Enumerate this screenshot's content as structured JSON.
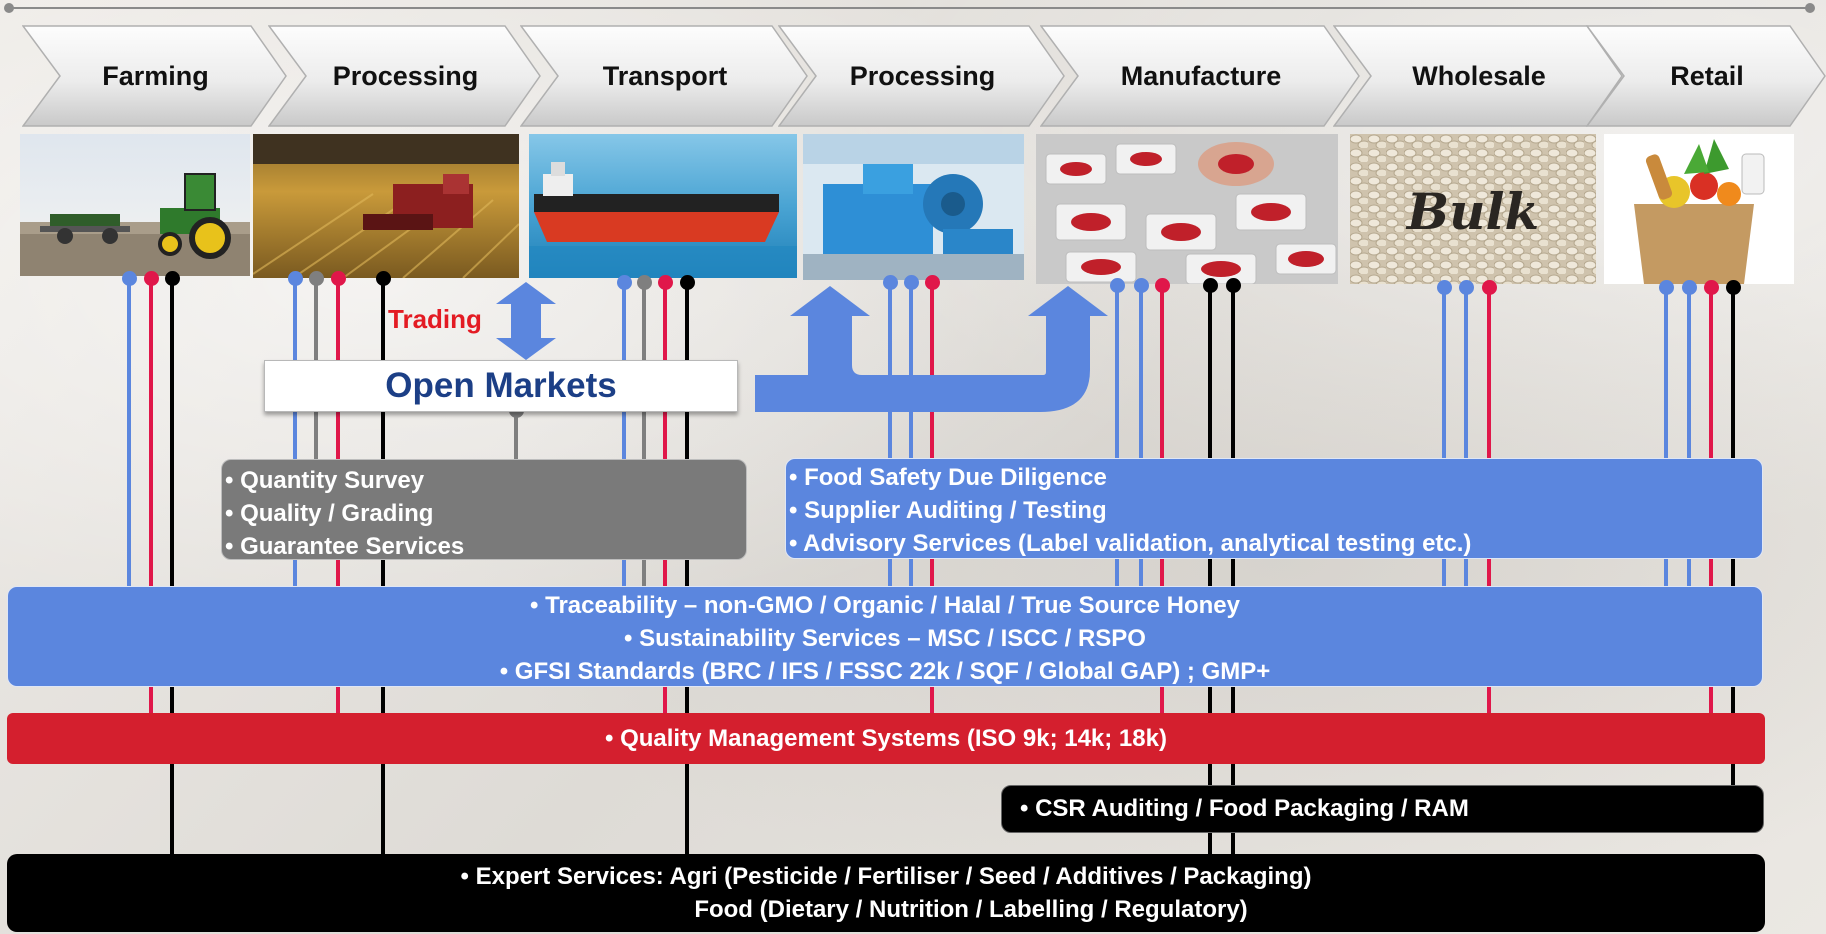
{
  "stages": [
    "Farming",
    "Processing",
    "Transport",
    "Processing",
    "Manufacture",
    "Wholesale",
    "Retail"
  ],
  "photos": [
    "tractor-photo",
    "combine-harvester-photo",
    "cargo-ship-photo",
    "processing-machine-photo",
    "packaged-food-photo",
    "bulk-beans-photo",
    "grocery-bag-photo"
  ],
  "photo_texts": {
    "bulk": "Bulk"
  },
  "trading_label": "Trading",
  "open_markets_label": "Open Markets",
  "gray_box": {
    "lines": [
      "• Quantity Survey",
      "• Quality / Grading",
      "• Guarantee Services"
    ]
  },
  "blue_box": {
    "lines": [
      "• Food Safety Due Diligence",
      "• Supplier Auditing / Testing",
      "• Advisory Services (Label validation, analytical testing etc.)"
    ]
  },
  "blue_band": {
    "lines": [
      "• Traceability – non-GMO / Organic / Halal / True Source Honey",
      "• Sustainability Services – MSC / ISCC / RSPO",
      "• GFSI Standards (BRC / IFS / FSSC 22k / SQF / Global GAP) ; GMP+"
    ]
  },
  "red_band": {
    "lines": [
      "• Quality Management Systems (ISO 9k; 14k; 18k)"
    ]
  },
  "csr_band": {
    "lines": [
      "• CSR Auditing / Food Packaging / RAM"
    ]
  },
  "expert_band": {
    "lines": [
      "• Expert Services: Agri (Pesticide / Fertiliser / Seed / Additives / Packaging)",
      "Food (Dietary / Nutrition / Labelling / Regulatory)"
    ]
  },
  "colors": {
    "blue": "#5b86de",
    "red": "#e0174a",
    "black": "#000000",
    "gray": "#7f7f7f",
    "band_red": "#d41f2e",
    "band_gray": "#7a7a7a",
    "title_blue": "#1c3f86",
    "trading_red": "#e31b23"
  }
}
